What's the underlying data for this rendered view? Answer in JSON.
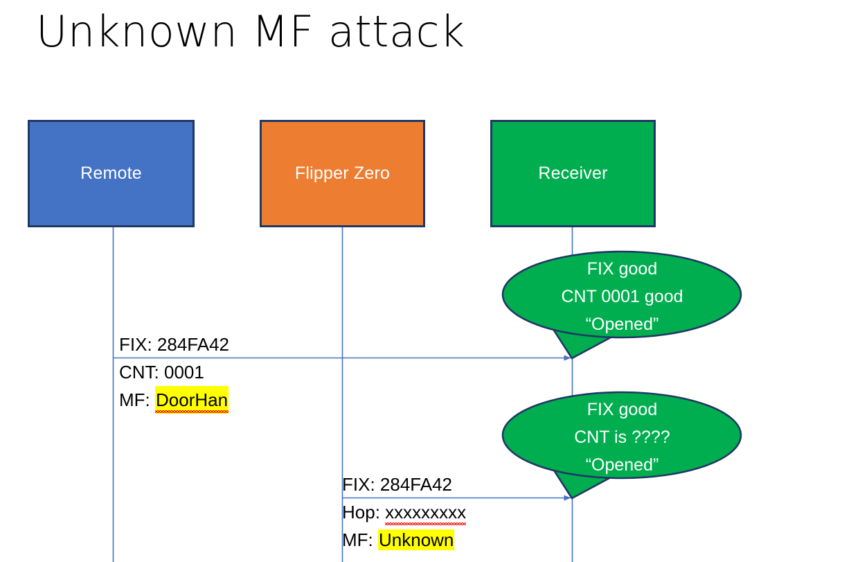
{
  "slide": {
    "title": "Unknown MF attack",
    "background": "#FFFFFF"
  },
  "colors": {
    "remote_fill": "#4472C4",
    "flipper_fill": "#ED7D31",
    "receiver_fill": "#00AE50",
    "box_border": "#1F3864",
    "line": "#4472C4",
    "highlight": "#FFFF00",
    "spellcheck_underline": "#FF0000",
    "text_on_fill": "#FFFFFF",
    "text": "#000000"
  },
  "participants": [
    {
      "id": "remote",
      "label": "Remote"
    },
    {
      "id": "flipper",
      "label": "Flipper Zero"
    },
    {
      "id": "receiver",
      "label": "Receiver"
    }
  ],
  "messages": [
    {
      "id": "msg-remote-to-receiver",
      "from": "remote",
      "to": "receiver",
      "lines": [
        {
          "text": "FIX: 284FA42",
          "highlight": false,
          "spellcheck_error": false
        },
        {
          "text": "CNT: 0001",
          "highlight": false,
          "spellcheck_error": false
        }
      ],
      "label_prefix": "MF: ",
      "label_value": "DoorHan",
      "label_highlighted": true,
      "label_spellcheck_error": true
    },
    {
      "id": "msg-flipper-to-receiver",
      "from": "flipper",
      "to": "receiver",
      "lines": [
        {
          "text": "FIX: 284FA42",
          "highlight": false,
          "spellcheck_error": false
        }
      ],
      "hop_prefix": "Hop: ",
      "hop_value": "xxxxxxxxx",
      "hop_spellcheck_error": true,
      "label_prefix": "MF: ",
      "label_value": "Unknown",
      "label_highlighted": true,
      "label_spellcheck_error": false
    }
  ],
  "callouts": [
    {
      "id": "callout-first-signal",
      "attached_to": "msg-remote-to-receiver",
      "lines": [
        "FIX good",
        "CNT 0001 good",
        "“Opened”"
      ]
    },
    {
      "id": "callout-second-signal",
      "attached_to": "msg-flipper-to-receiver",
      "lines": [
        "FIX good",
        "CNT is ????",
        "“Opened”"
      ]
    }
  ]
}
